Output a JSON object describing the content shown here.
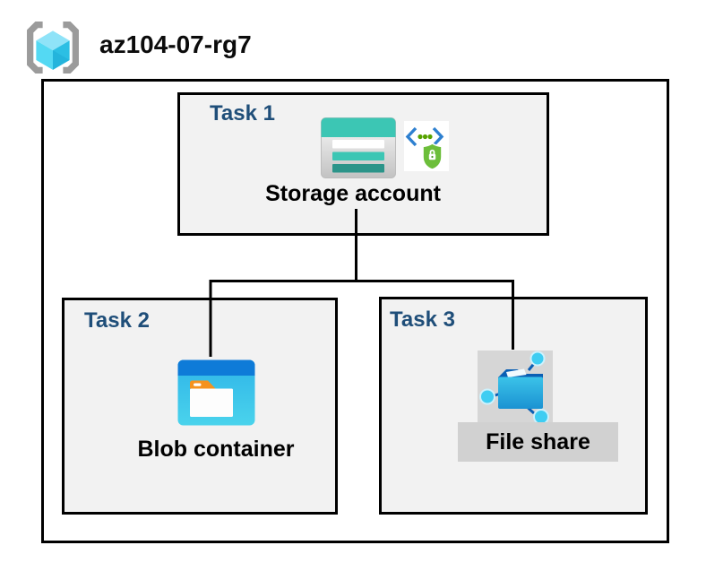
{
  "resource_group": {
    "name": "az104-07-rg7"
  },
  "tasks": [
    {
      "label": "Task 1",
      "item": "Storage account"
    },
    {
      "label": "Task 2",
      "item": "Blob container"
    },
    {
      "label": "Task 3",
      "item": "File share"
    }
  ],
  "connections": [
    {
      "from": "Storage account",
      "to": "Blob container"
    },
    {
      "from": "Storage account",
      "to": "File share"
    }
  ],
  "icons": {
    "header": "resource-group-icon",
    "task1": [
      "storage-account-icon",
      "secure-code-shield-icon"
    ],
    "task2": "blob-container-icon",
    "task3": "file-share-icon"
  },
  "colors": {
    "task_label_navy": "#1f4e79",
    "box_fill": "#f2f2f2",
    "border_black": "#000000",
    "storage_teal": "#3cc6b4",
    "storage_teal_dark": "#2b9489",
    "blob_bar_blue": "#0e7bd8",
    "blob_body_cyan": "#38c2e9",
    "folder_tab_orange": "#f5921e",
    "fileshare_flap_blue": "#0b5fb4",
    "fileshare_body_cyan": "#2fb9e6",
    "node_dot_cyan": "#3ecdf2",
    "shield_green": "#6cbe3a",
    "code_bracket_blue": "#2e80d0",
    "code_dot_green": "#57a300",
    "rg_bracket_gray": "#9b9b9b",
    "cube_cyan": "#54d9f3",
    "gray_band": "#d1d1d1"
  }
}
